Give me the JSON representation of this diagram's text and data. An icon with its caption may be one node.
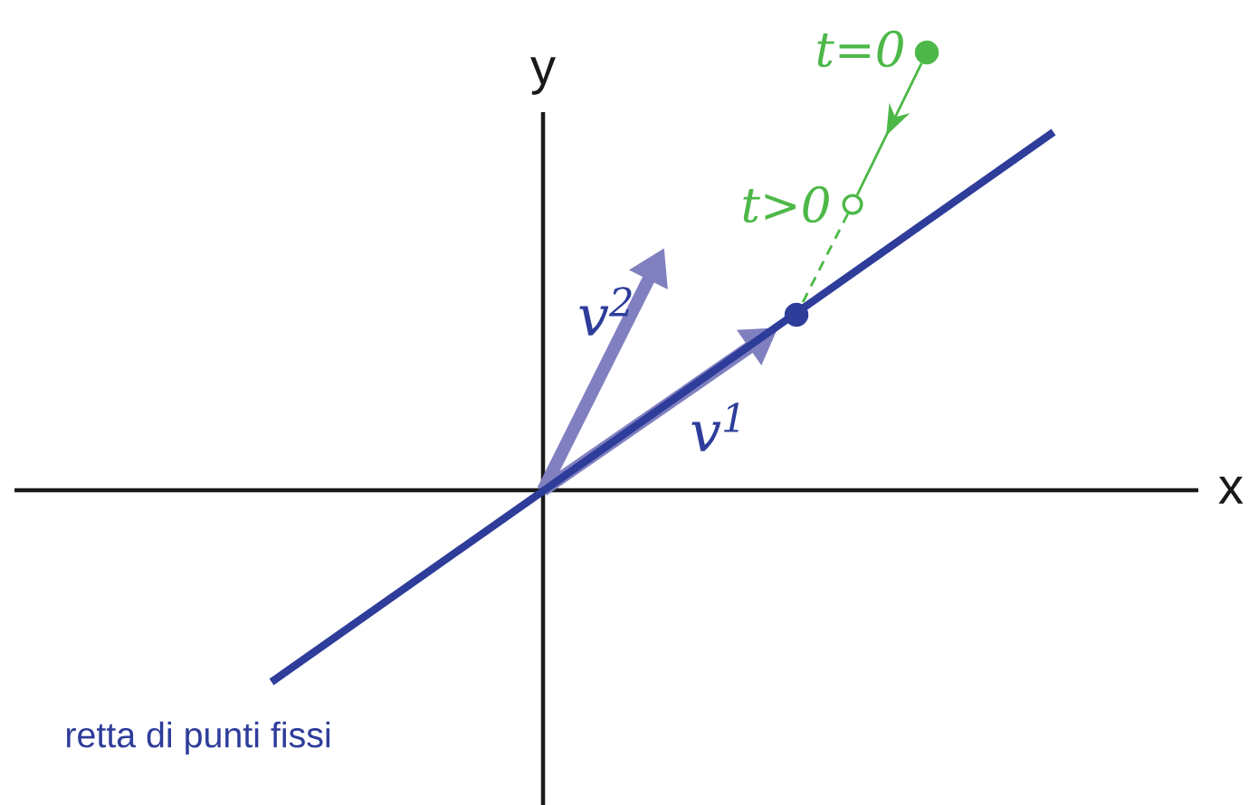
{
  "diagram": {
    "nodes": [
      {
        "text": [],
        "shape": "circle",
        "beside": [
          "t=0"
        ]
      },
      {
        "text": [],
        "shape": "ring",
        "beside": [
          "t>0"
        ]
      },
      {
        "text": [],
        "shape": "circle"
      }
    ],
    "edges": [
      {
        "from": 0,
        "to": 1,
        "arrow": "to"
      },
      {
        "from": 1,
        "to": 2,
        "arrow": "none",
        "style": "dashed"
      }
    ],
    "labels": [
      "y",
      "v$^{2}$",
      "v$^{1}$",
      "x",
      "retta di punti fissi"
    ]
  }
}
